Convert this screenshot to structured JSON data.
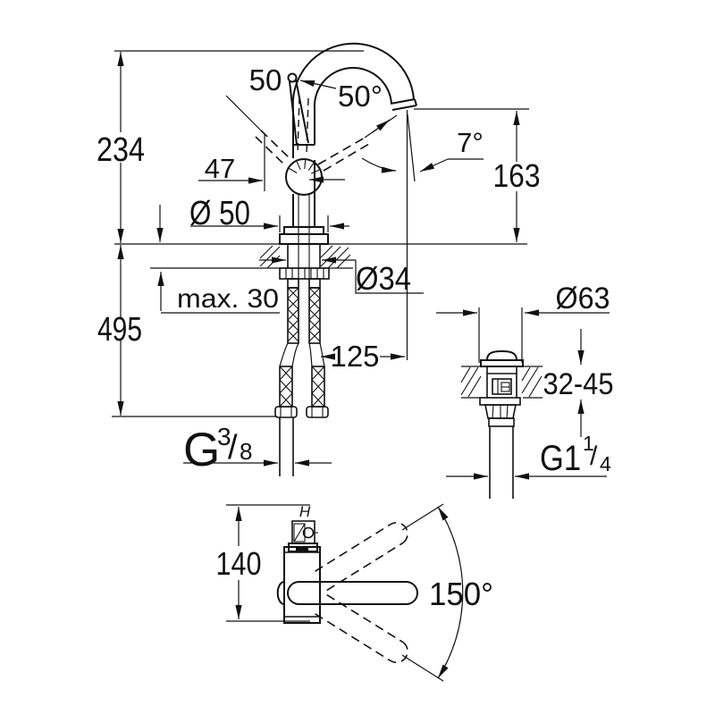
{
  "colors": {
    "line": "#111111",
    "background": "#ffffff"
  },
  "labels": {
    "total_height": "234",
    "below_deck_height": "495",
    "lever_length": "50",
    "lever_angle": "50°",
    "lever_offset": "47",
    "base_diameter": "Ø 50",
    "spout_stream_angle": "7°",
    "spout_outlet_height": "163",
    "shank_diameter": "Ø34",
    "deck_thickness_max": "max. 30",
    "spout_reach": "125",
    "supply_thread_g": "G",
    "supply_thread_num": "3",
    "supply_thread_slash": "/",
    "supply_thread_den": "8",
    "drain_flange_diameter": "Ø63",
    "drain_deck_range": "32-45",
    "drain_thread_g": "G1",
    "drain_thread_num": "1",
    "drain_thread_slash": "/",
    "drain_thread_den": "4",
    "plan_body_height": "140",
    "swivel_range": "150°",
    "hot_marking": "H"
  }
}
